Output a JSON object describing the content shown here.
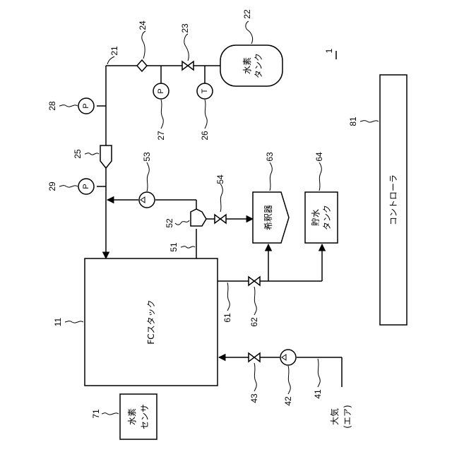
{
  "labels": {
    "fc_stack": "FCスタック",
    "h2_tank_line1": "水素",
    "h2_tank_line2": "タンク",
    "controller": "コントローラ",
    "diluter": "希釈器",
    "water_tank_line1": "貯水",
    "water_tank_line2": "タンク",
    "h2_sensor_line1": "水素",
    "h2_sensor_line2": "センサ",
    "air_line1": "大気",
    "air_line2": "(エア)"
  },
  "glyphs": {
    "pressure": "P",
    "temperature": "T"
  },
  "refs": {
    "system": "1",
    "fc_stack": "11",
    "h2_pipe": "21",
    "h2_tank": "22",
    "valve23": "23",
    "part24": "24",
    "part25": "25",
    "temp_sensor26": "26",
    "press_sensor27": "27",
    "press_sensor28": "28",
    "press_sensor29": "29",
    "air_pipe": "41",
    "air_pump": "42",
    "valve43": "43",
    "pipe51": "51",
    "separator52": "52",
    "pump53": "53",
    "valve54": "54",
    "pipe61": "61",
    "valve62": "62",
    "diluter": "63",
    "water_tank": "64",
    "h2_sensor": "71",
    "controller": "81"
  }
}
